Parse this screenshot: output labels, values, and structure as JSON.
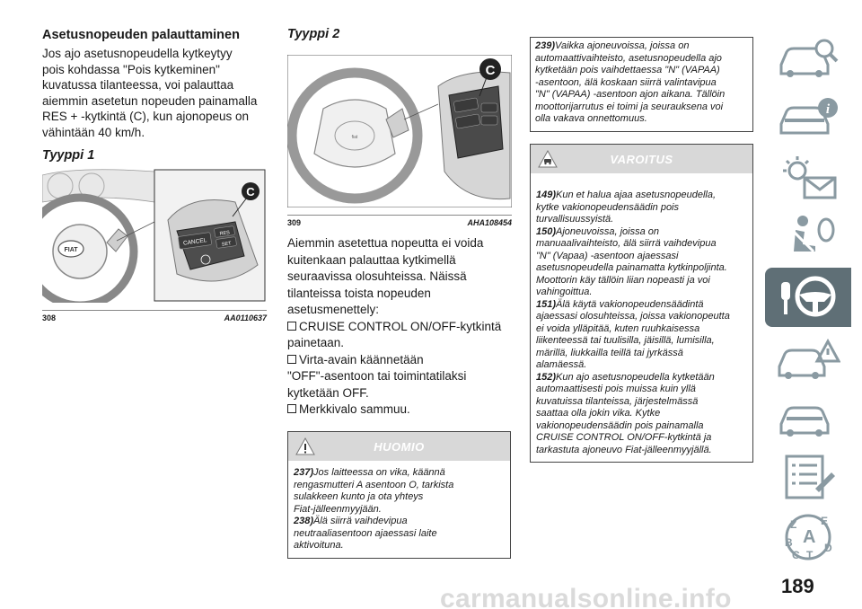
{
  "col1": {
    "heading": "Asetusnopeuden palauttaminen",
    "paragraph_lines": [
      "Jos ajo asetusnopeudella kytkeytyy",
      "pois kohdassa \"Pois kytkeminen\"",
      "kuvatussa tilanteessa, voi palauttaa",
      "aiemmin asetetun nopeuden painamalla",
      "RES + -kytkintä (C), kun ajonopeus on",
      "vähintään 40 km/h."
    ],
    "type_heading": "Tyyppi 1",
    "figure": {
      "number": "308",
      "code": "AA0110637",
      "callout": "C",
      "button_cancel": "CANCEL",
      "button_res": "RES",
      "button_set": "SET",
      "logo": "FIAT"
    }
  },
  "col2": {
    "type_heading": "Tyyppi 2",
    "figure": {
      "number": "309",
      "code": "AHA108454",
      "callout": "C"
    },
    "paragraph_lines": [
      "Aiemmin asetettua nopeutta ei voida",
      "kuitenkaan palauttaa kytkimellä",
      "seuraavissa olosuhteissa. Näissä",
      "tilanteissa toista nopeuden",
      "asetusmenettely:"
    ],
    "bullets": [
      [
        "CRUISE CONTROL ON/OFF-kytkintä",
        "painetaan."
      ],
      [
        "Virta-avain käännetään",
        "\"OFF\"-asentoon tai toimintatilaksi",
        "kytketään OFF."
      ],
      [
        "Merkkivalo sammuu."
      ]
    ],
    "notice": {
      "title": "HUOMIO",
      "items": [
        {
          "num": "237)",
          "lines": [
            "Jos laitteessa on vika, käännä",
            "rengasmutteri A asentoon O, tarkista",
            "sulakkeen kunto ja ota yhteys",
            "Fiat-jälleenmyyjään."
          ]
        },
        {
          "num": "238)",
          "lines": [
            "Älä siirrä vaihdevipua",
            "neutraaliasentoon ajaessasi laite",
            "aktivoituna."
          ]
        }
      ]
    }
  },
  "col3": {
    "box": {
      "num": "239)",
      "lines": [
        "Vaikka ajoneuvoissa, joissa on",
        "automaattivaihteisto, asetusnopeudella ajo",
        "kytketään pois vaihdettaessa \"N\" (VAPAA)",
        "-asentoon, älä koskaan siirrä valintavipua",
        "\"N\" (VAPAA) -asentoon ajon aikana. Tällöin",
        "moottorijarrutus ei toimi ja seurauksena voi",
        "olla vakava onnettomuus."
      ]
    },
    "warning": {
      "title": "VAROITUS",
      "items": [
        {
          "num": "149)",
          "lines": [
            "Kun et halua ajaa asetusnopeudella,",
            "kytke vakionopeudensäädin pois",
            "turvallisuussyistä."
          ]
        },
        {
          "num": "150)",
          "lines": [
            "Ajoneuvoissa, joissa on",
            "manuaalivaihteisto, älä siirrä vaihdevipua",
            "\"N\" (Vapaa) -asentoon ajaessasi",
            "asetusnopeudella painamatta kytkinpoljinta.",
            "Moottorin käy tällöin liian nopeasti ja voi",
            "vahingoittua."
          ]
        },
        {
          "num": "151)",
          "lines": [
            "Älä käytä vakionopeudensäädintä",
            "ajaessasi olosuhteissa, joissa vakionopeutta",
            "ei voida ylläpitää, kuten ruuhkaisessa",
            "liikenteessä tai tuulisilla, jäisillä, lumisilla,",
            "märillä, liukkailla teillä tai jyrkässä",
            "alamäessä."
          ]
        },
        {
          "num": "152)",
          "lines": [
            "Kun ajo asetusnopeudella kytketään",
            "automaattisesti pois muissa kuin yllä",
            "kuvatuissa tilanteissa, järjestelmässä",
            "saattaa olla jokin vika. Kytke",
            "vakionopeudensäädin pois painamalla",
            "CRUISE CONTROL ON/OFF-kytkintä ja",
            "tarkastuta ajoneuvo Fiat-jälleenmyyjällä."
          ]
        }
      ]
    }
  },
  "sidebar": {
    "tabs": [
      {
        "icon": "car-magnifier-icon"
      },
      {
        "icon": "car-info-icon"
      },
      {
        "icon": "warning-light-mail-icon"
      },
      {
        "icon": "seat-airbag-icon"
      },
      {
        "icon": "key-steering-wheel-icon",
        "active": true
      },
      {
        "icon": "car-breakdown-icon"
      },
      {
        "icon": "car-service-icon"
      },
      {
        "icon": "checklist-icon"
      },
      {
        "icon": "alphabet-index-icon",
        "letters": [
          "Z",
          "E",
          "A",
          "B",
          "C",
          "T",
          "D"
        ]
      }
    ],
    "active_color": "#5f6f76",
    "icon_color": "#8a9aa2"
  },
  "page_number": "189",
  "watermark": "carmanualsonline.info"
}
